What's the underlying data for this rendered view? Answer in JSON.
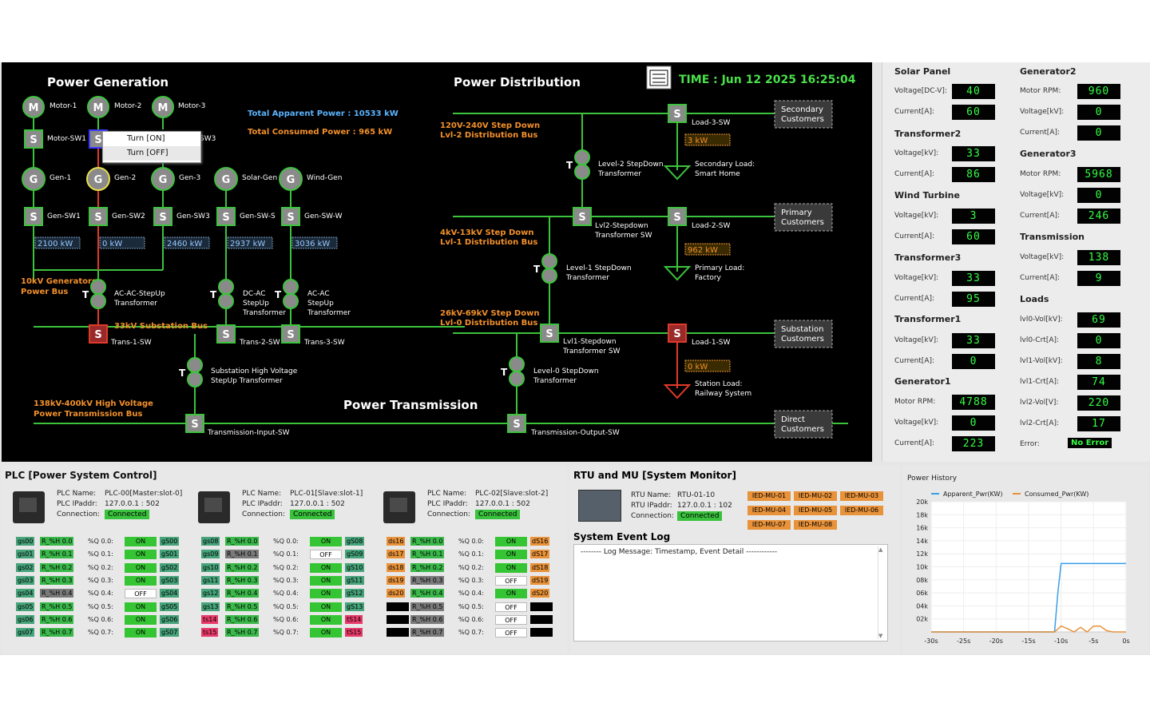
{
  "generation": {
    "title": "Power Generation",
    "total_apparent": "Total Apparent Power : 10533 kW",
    "total_consumed": "Total Consumed Power : 965 kW",
    "motors": [
      "Motor-1",
      "Motor-2",
      "Motor-3"
    ],
    "motor_sw": [
      "Motor-SW1",
      "SW3"
    ],
    "gens": [
      "Gen-1",
      "Gen-2",
      "Gen-3",
      "Solar-Gen",
      "Wind-Gen"
    ],
    "gen_sw": [
      "Gen-SW1",
      "Gen-SW2",
      "Gen-SW3",
      "Gen-SW-S",
      "Gen-SW-W"
    ],
    "gen_kw": [
      "2100 kW",
      "0 kW",
      "2460 kW",
      "2937 kW",
      "3036 kW"
    ],
    "bus10": "10kV Generators\nPower Bus",
    "bus33": "33kV Substation Bus",
    "tr1": "AC-AC-StepUp\nTransformer",
    "tr2": "DC-AC\nStepUp\nTransformer",
    "tr3": "AC-AC\nStepUp\nTransformer",
    "trans_sw": [
      "Trans-1-SW",
      "Trans-2-SW",
      "Trans-3-SW"
    ],
    "hv_tr": "Substation High Voltage\nStepUp Transformer",
    "bus138": "138kV-400kV High Voltage\nPower Transmission Bus",
    "letter_m": "M",
    "letter_s": "S",
    "letter_g": "G",
    "letter_t": "T"
  },
  "context_menu": {
    "on": "Turn [ON]",
    "off": "Turn [OFF]"
  },
  "distribution": {
    "title": "Power Distribution",
    "time": "TIME : Jun 12 2025 16:25:04",
    "bus2": "120V-240V Step Down\nLvl-2 Distribution Bus",
    "bus1": "4kV-13kV Step Down\nLvl-1 Distribution Bus",
    "bus0": "26kV-69kV Step Down\nLvl-0 Distribution Bus",
    "l2tr": "Level-2 StepDown\nTransformer",
    "l1tr": "Level-1 StepDown\nTransformer",
    "l0tr": "Level-0 StepDown\nTransformer",
    "l2sw": "Lvl2-Stepdown\nTransformer SW",
    "l1sw": "Lvl1-Stepdown\nTransformer SW",
    "load3": "Load-3-SW",
    "load2": "Load-2-SW",
    "load1": "Load-1-SW",
    "kw3": "3 kW",
    "kw2": "962 kW",
    "kw1": "0 kW",
    "sec_load": "Secondary Load:\nSmart Home",
    "pri_load": "Primary Load:\nFactory",
    "sta_load": "Station Load:\nRailway System",
    "cust_sec": "Secondary\nCustomers",
    "cust_pri": "Primary\nCustomers",
    "cust_sub": "Substation\nCustomers",
    "cust_dir": "Direct\nCustomers"
  },
  "transmission": {
    "title": "Power Transmission",
    "in_sw": "Transmission-Input-SW",
    "out_sw": "Transmission-Output-SW"
  },
  "right_panel": {
    "solar": {
      "title": "Solar Panel",
      "v_label": "Voltage[DC-V]:",
      "v": "40",
      "c_label": "Current[A]:",
      "c": "60"
    },
    "t2": {
      "title": "Transformer2",
      "v_label": "Voltage[kV]:",
      "v": "33",
      "c_label": "Current[A]:",
      "c": "86"
    },
    "wind": {
      "title": "Wind Turbine",
      "v_label": "Voltage[kV]:",
      "v": "3",
      "c_label": "Current[A]:",
      "c": "60"
    },
    "t3": {
      "title": "Transformer3",
      "v_label": "Voltage[kV]:",
      "v": "33",
      "c_label": "Current[A]:",
      "c": "95"
    },
    "t1": {
      "title": "Transformer1",
      "v_label": "Voltage[kV]:",
      "v": "33",
      "c_label": "Current[A]:",
      "c": "0"
    },
    "g1": {
      "title": "Generator1",
      "r_label": "Motor RPM:",
      "r": "4788",
      "v_label": "Voltage[kV]:",
      "v": "0",
      "c_label": "Current[A]:",
      "c": "223"
    },
    "g2": {
      "title": "Generator2",
      "r_label": "Motor RPM:",
      "r": "960",
      "v_label": "Voltage[kV]:",
      "v": "0",
      "c_label": "Current[A]:",
      "c": "0"
    },
    "g3": {
      "title": "Generator3",
      "r_label": "Motor RPM:",
      "r": "5968",
      "v_label": "Voltage[kV]:",
      "v": "0",
      "c_label": "Current[A]:",
      "c": "246"
    },
    "tx": {
      "title": "Transmission",
      "v_label": "Voltage[kV]:",
      "v": "138",
      "c_label": "Current[A]:",
      "c": "9"
    },
    "loads": {
      "title": "Loads",
      "l0v_label": "lvl0-Vol[kV]:",
      "l0v": "69",
      "l0c_label": "lvl0-Crt[A]:",
      "l0c": "0",
      "l1v_label": "lvl1-Vol[kV]:",
      "l1v": "8",
      "l1c_label": "lvl1-Crt[A]:",
      "l1c": "74",
      "l2v_label": "lvl2-Vol[V]:",
      "l2v": "220",
      "l2c_label": "lvl2-Crt[A]:",
      "l2c": "17",
      "err_label": "Error:",
      "err": "No Error"
    }
  },
  "plc": {
    "title": "PLC [Power System Control]",
    "name_label": "PLC Name:",
    "ip_label": "PLC IPaddr:",
    "conn_label": "Connection:",
    "cards": [
      {
        "name": "PLC-00[Master:slot-0]",
        "ip": "127.0.0.1 : 502",
        "conn": "Connected"
      },
      {
        "name": "PLC-01[Slave:slot-1]",
        "ip": "127.0.0.1 : 502",
        "conn": "Connected"
      },
      {
        "name": "PLC-02[Slave:slot-2]",
        "ip": "127.0.0.1 : 502",
        "conn": "Connected"
      }
    ],
    "q_labels": [
      "%Q 0.0:",
      "%Q 0.1:",
      "%Q 0.2:",
      "%Q 0.3:",
      "%Q 0.4:",
      "%Q 0.5:",
      "%Q 0.6:",
      "%Q 0.7:"
    ],
    "r_labels": [
      "R_%H 0.0",
      "R_%H 0.1",
      "R_%H 0.2",
      "R_%H 0.3",
      "R_%H 0.4",
      "R_%H 0.5",
      "R_%H 0.6",
      "R_%H 0.7"
    ],
    "on": "ON",
    "off": "OFF",
    "g0_left": [
      "gs00",
      "gs01",
      "gs02",
      "gs03",
      "gs04",
      "gs05",
      "gs06",
      "gs07"
    ],
    "g0_right": [
      "gS00",
      "gS01",
      "gS02",
      "gS03",
      "gS04",
      "gS05",
      "gS06",
      "gS07"
    ],
    "g1_left": [
      "gs08",
      "gs09",
      "gs10",
      "gs11",
      "gs12",
      "gs13",
      "ts14",
      "ts15"
    ],
    "g1_right": [
      "gS08",
      "gS09",
      "gS10",
      "gS11",
      "gS12",
      "gS13",
      "tS14",
      "tS15"
    ],
    "g2_left": [
      "ds16",
      "ds17",
      "ds18",
      "ds19",
      "ds20"
    ],
    "g2_right": [
      "dS16",
      "dS17",
      "dS18",
      "dS19",
      "dS20"
    ]
  },
  "rtu": {
    "title": "RTU and MU [System Monitor]",
    "name_label": "RTU Name:",
    "name": "RTU-01-10",
    "ip_label": "RTU IPaddr:",
    "ip": "127.0.0.1 : 102",
    "conn_label": "Connection:",
    "conn": "Connected",
    "ieds": [
      "IED-MU-01",
      "IED-MU-02",
      "IED-MU-03",
      "IED-MU-04",
      "IED-MU-05",
      "IED-MU-06",
      "IED-MU-07",
      "IED-MU-08"
    ],
    "log_title": "System Event Log",
    "log_text": "-------- Log Message: Timestamp, Event Detail ------------"
  },
  "history": {
    "chart_data": {
      "type": "line",
      "title": "Power History",
      "series": [
        {
          "name": "Apparent_Pwr(KW)",
          "color": "#3a9ee8",
          "x": [
            -30,
            -25,
            -20,
            -15,
            -11,
            -10.5,
            -10,
            -9.5,
            0
          ],
          "y": [
            0,
            0,
            0,
            0,
            0,
            6000,
            10500,
            10500,
            10500
          ]
        },
        {
          "name": "Consumed_Pwr(KW)",
          "color": "#e8923a",
          "x": [
            -30,
            -11,
            -10,
            -9,
            -8,
            -7,
            -6,
            -5,
            -4,
            -3,
            -2,
            0
          ],
          "y": [
            0,
            0,
            900,
            500,
            0,
            700,
            0,
            900,
            900,
            200,
            0,
            0
          ]
        }
      ],
      "yticks": [
        "20k",
        "18k",
        "16k",
        "14k",
        "12k",
        "10k",
        "08k",
        "06k",
        "04k",
        "02k"
      ],
      "xticks": [
        "-30s",
        "-25s",
        "-20s",
        "-15s",
        "-10s",
        "-5s",
        "0s"
      ],
      "ylim": [
        0,
        20000
      ],
      "xlim": [
        -30,
        0
      ]
    }
  }
}
